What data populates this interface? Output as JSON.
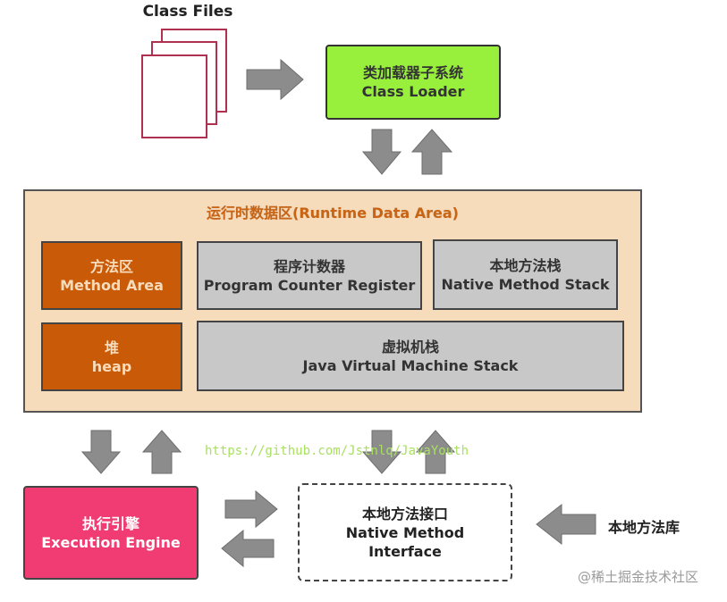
{
  "class_files": {
    "label": "Class Files"
  },
  "class_loader": {
    "cn": "类加载器子系统",
    "en": "Class Loader"
  },
  "runtime_area": {
    "title": "运行时数据区(Runtime Data Area)"
  },
  "method_area": {
    "cn": "方法区",
    "en": "Method Area"
  },
  "program_counter": {
    "cn": "程序计数器",
    "en": "Program Counter Register"
  },
  "native_stack": {
    "cn": "本地方法栈",
    "en": "Native Method Stack"
  },
  "heap": {
    "cn": "堆",
    "en": "heap"
  },
  "jvm_stack": {
    "cn": "虚拟机栈",
    "en": "Java Virtual Machine Stack"
  },
  "execution_engine": {
    "cn": "执行引擎",
    "en": "Execution Engine"
  },
  "native_interface": {
    "cn": "本地方法接口",
    "en1": "Native Method",
    "en2": "Interface"
  },
  "native_library": {
    "label": "本地方法库"
  },
  "watermark_url": "https://github.com/Jstnlq/JavaYouth",
  "watermark_site": "@稀土掘金技术社区",
  "colors": {
    "class_loader_fill": "#98f03c",
    "runtime_fill": "#f7dcbc",
    "method_heap_fill": "#c95a08",
    "gray_fill": "#c8c8c8",
    "engine_fill": "#f03c73",
    "arrow_fill": "#8c8c8c",
    "page_border": "#b03050",
    "title_orange": "#c86414",
    "watermark_green": "#a8e060"
  }
}
